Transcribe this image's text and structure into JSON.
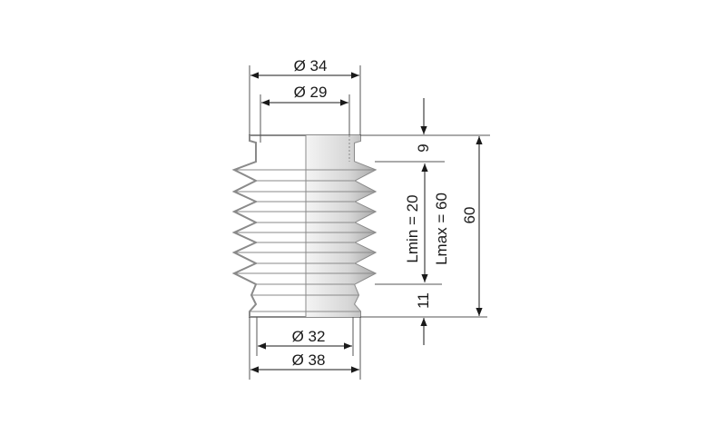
{
  "title": "Bellows dimension drawing",
  "dimensions": {
    "top_outer": "Ø 34",
    "top_inner": "Ø 29",
    "bottom_inner": "Ø 32",
    "bottom_outer": "Ø 38",
    "top_collar": "9",
    "bottom_collar": "11",
    "lmin": "Lmin = 20",
    "lmax": "Lmax = 60",
    "total_length": "60"
  },
  "colors": {
    "line": "#333333",
    "outline": "#8a8a8a",
    "fill_dark": "#a9a9a9",
    "fill_light": "#f2f2f2"
  }
}
